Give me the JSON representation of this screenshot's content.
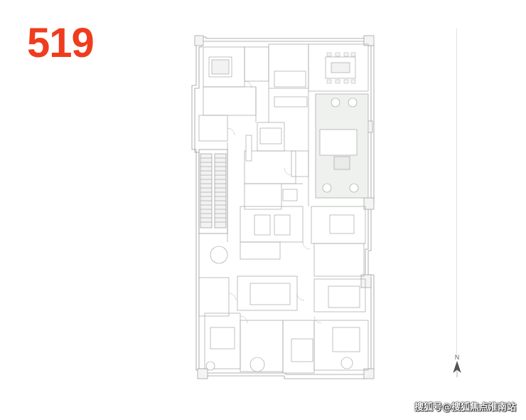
{
  "unit_number": "519",
  "compass": {
    "north_label": "N"
  },
  "watermark": "搜狐号@搜狐焦点淮南站",
  "colors": {
    "unit_number": "#f03c1e",
    "plan_line": "#9a9a9a",
    "plan_floor": "#eef1ee",
    "background": "#ffffff"
  }
}
